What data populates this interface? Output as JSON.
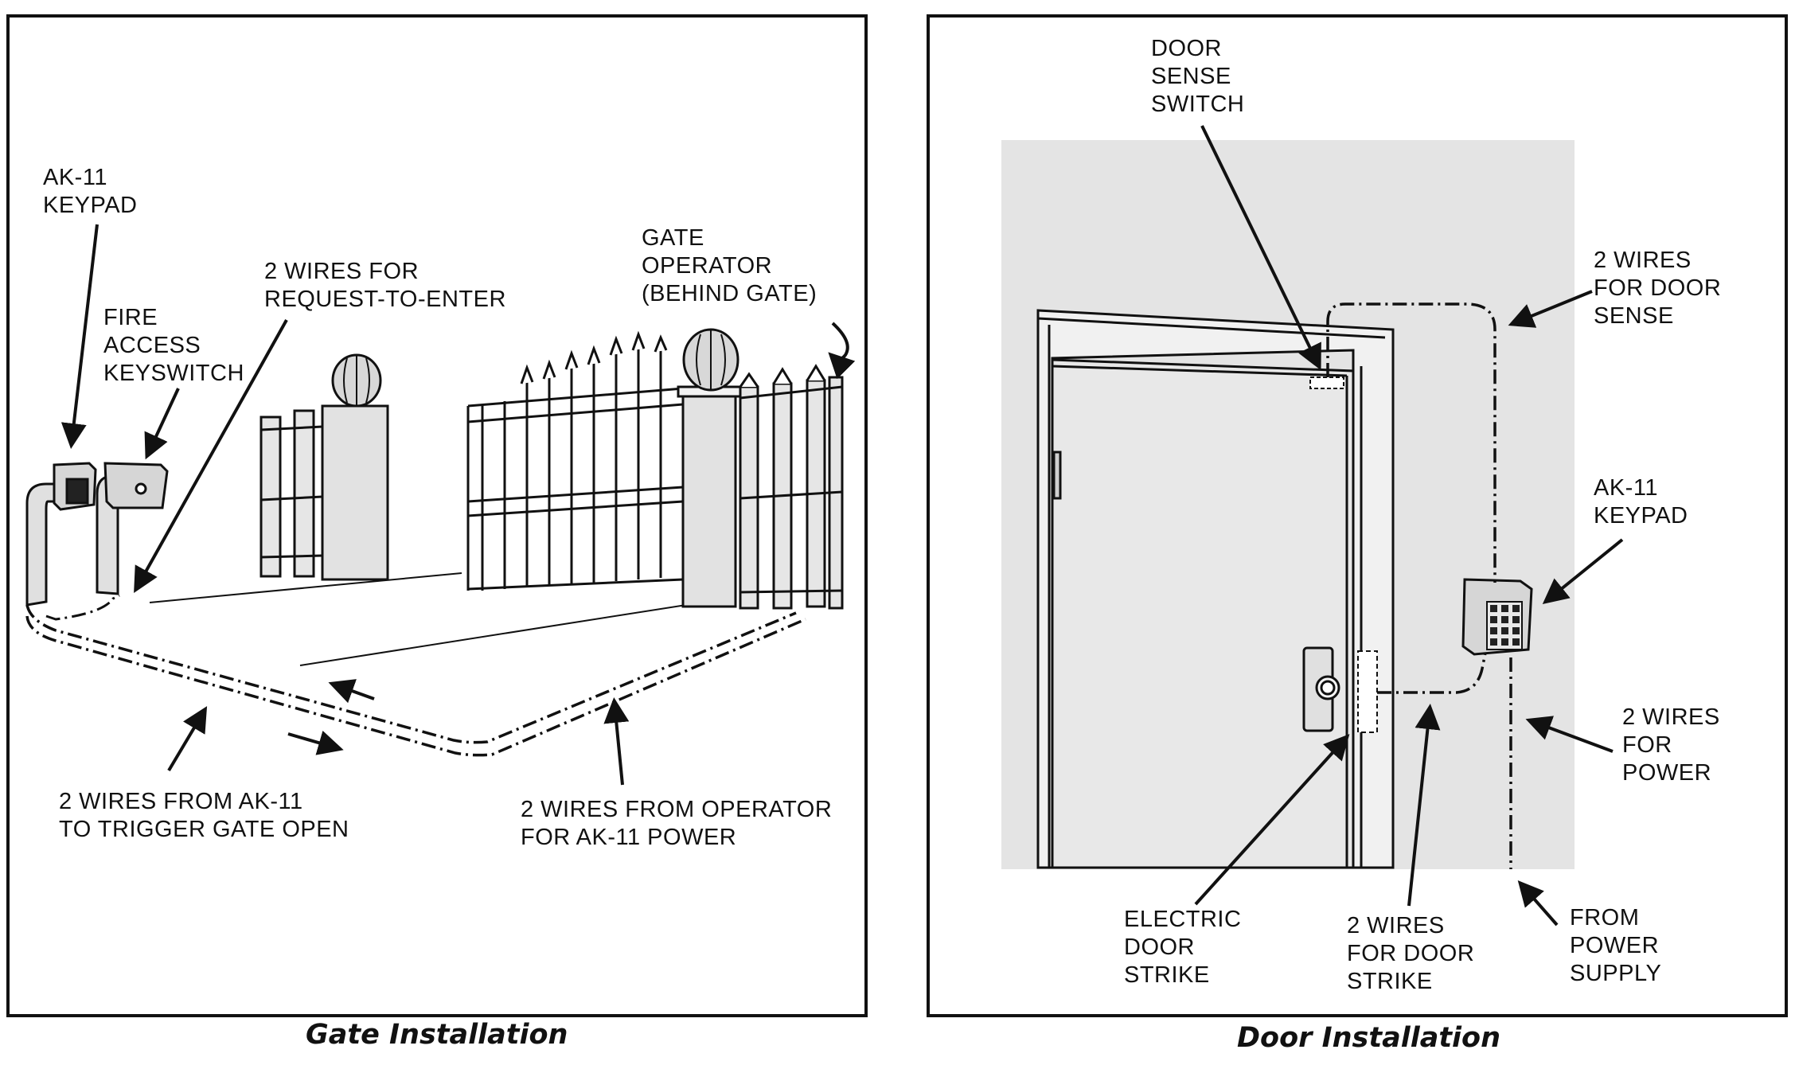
{
  "gate": {
    "caption": "Gate Installation",
    "labels": {
      "keypad": "AK-11\nKEYPAD",
      "keyswitch": "FIRE\nACCESS\nKEYSWITCH",
      "request": "2 WIRES FOR\nREQUEST-TO-ENTER",
      "operator": "GATE\nOPERATOR\n(BEHIND GATE)",
      "trigger": "2 WIRES FROM AK-11\nTO TRIGGER GATE OPEN",
      "power": "2 WIRES FROM OPERATOR\nFOR AK-11 POWER"
    }
  },
  "door": {
    "caption": "Door Installation",
    "labels": {
      "sense_switch": "DOOR\nSENSE\nSWITCH",
      "sense_wires": "2 WIRES\nFOR DOOR\nSENSE",
      "keypad": "AK-11\nKEYPAD",
      "power_wires": "2 WIRES\nFOR\nPOWER",
      "strike": "ELECTRIC\nDOOR\nSTRIKE",
      "strike_wires": "2 WIRES\nFOR DOOR\nSTRIKE",
      "supply": "FROM\nPOWER\nSUPPLY"
    }
  },
  "colors": {
    "ink": "#111111",
    "wall": "#e4e4e4",
    "device": "#d4d4d4"
  }
}
